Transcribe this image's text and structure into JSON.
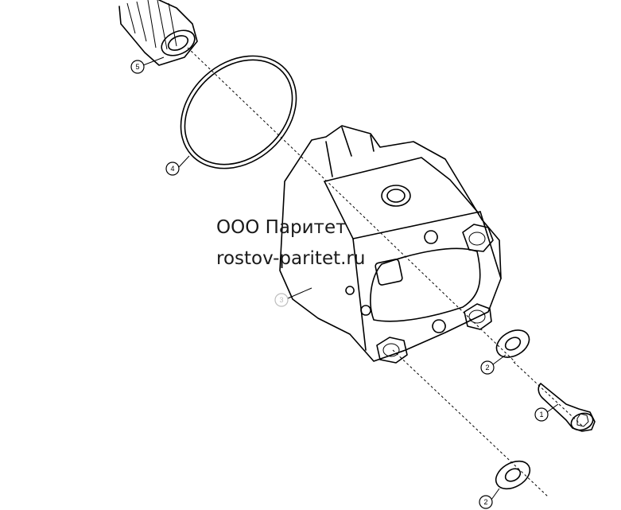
{
  "callouts": [
    {
      "id": "callout-5",
      "label": "5"
    },
    {
      "id": "callout-4",
      "label": "4"
    },
    {
      "id": "callout-3",
      "label": "3"
    },
    {
      "id": "callout-2a",
      "label": "2"
    },
    {
      "id": "callout-1",
      "label": "1"
    },
    {
      "id": "callout-2b",
      "label": "2"
    }
  ],
  "watermark": {
    "company": "ООО Паритет",
    "website": "rostov-paritet.ru"
  }
}
